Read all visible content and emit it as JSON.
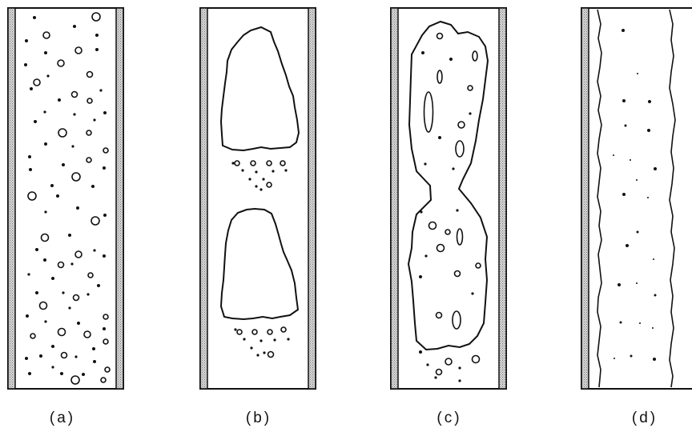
{
  "figure": {
    "panels": [
      {
        "id": "a",
        "caption": "(a)"
      },
      {
        "id": "b",
        "caption": "(b)"
      },
      {
        "id": "c",
        "caption": "(c)"
      },
      {
        "id": "d",
        "caption": "(d)"
      }
    ],
    "colors": {
      "ink": "#111111",
      "wall_fill": "#bdbdbd",
      "background": "#ffffff"
    }
  }
}
